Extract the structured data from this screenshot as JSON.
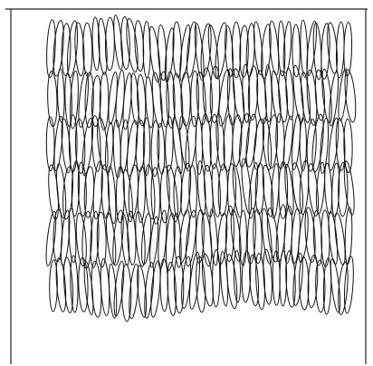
{
  "figure": {
    "kind": "texture-stimulus",
    "element_shape": "ellipse",
    "element_orientation": "near-vertical",
    "rows": 6,
    "colors": {
      "background": "#ffffff",
      "stroke": "#111111",
      "frame": "#222222"
    }
  }
}
